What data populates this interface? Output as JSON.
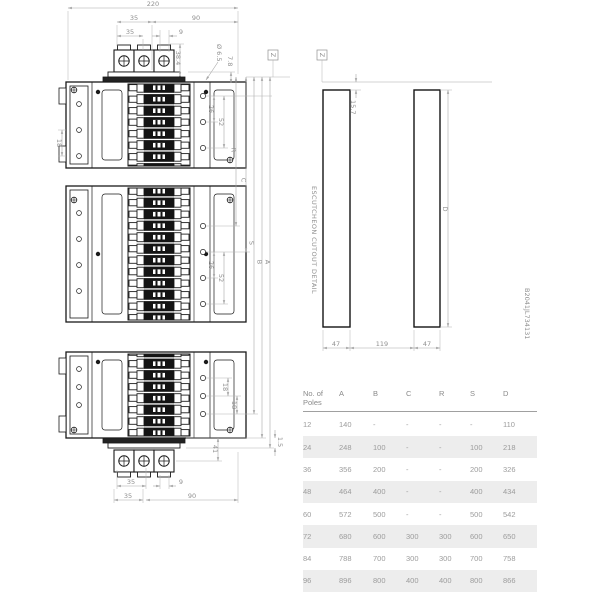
{
  "colors": {
    "panel_line": "#1a1a1a",
    "dimension_line": "#a8a8a8",
    "dimension_text": "#8f8f8f",
    "table_text": "#9c9c9c",
    "row_shade": "#ededed"
  },
  "front_view": {
    "view_marker": "Z",
    "dim_overall_width": "220",
    "dim_lug_pitch_a": "35",
    "dim_stud_offset": "90",
    "dim_lug_pitch_b": "35",
    "dim_slot": "9",
    "dim_lug_height": "38.4",
    "dim_hole_dia": "Ø 6.5",
    "dim_7_8": "7.8",
    "dim_pitch_top_a": "26",
    "dim_pitch_top_b": "52",
    "dim_pitch_mid_a": "26",
    "dim_pitch_mid_b": "52",
    "label_r": "R",
    "label_c": "C",
    "label_s": "S",
    "label_b": "B",
    "label_a": "A",
    "dim_18_left": "18",
    "dim_18_a": "18",
    "dim_18_b": "18",
    "dim_41": "41",
    "dim_1_5": "1.5",
    "dim_bot_35a": "35",
    "dim_bot_9": "9",
    "dim_bot_35b": "35",
    "dim_bot_90": "90"
  },
  "cutout_detail": {
    "view_marker": "Z",
    "title": "ESCUTCHEON CUTOUT DETAIL",
    "dim_top_offset": "15.7",
    "dim_height": "D",
    "dim_slot_left": "47",
    "dim_gap": "119",
    "dim_slot_right": "47"
  },
  "drawing_ref": "B2041JL734131",
  "table": {
    "headers": [
      "No. of Poles",
      "A",
      "B",
      "C",
      "R",
      "S",
      "D"
    ],
    "rows": [
      [
        "12",
        "140",
        "-",
        "-",
        "-",
        "-",
        "110"
      ],
      [
        "24",
        "248",
        "100",
        "-",
        "-",
        "100",
        "218"
      ],
      [
        "36",
        "356",
        "200",
        "-",
        "-",
        "200",
        "326"
      ],
      [
        "48",
        "464",
        "400",
        "-",
        "-",
        "400",
        "434"
      ],
      [
        "60",
        "572",
        "500",
        "-",
        "-",
        "500",
        "542"
      ],
      [
        "72",
        "680",
        "600",
        "300",
        "300",
        "600",
        "650"
      ],
      [
        "84",
        "788",
        "700",
        "300",
        "300",
        "700",
        "758"
      ],
      [
        "96",
        "896",
        "800",
        "400",
        "400",
        "800",
        "866"
      ]
    ]
  }
}
